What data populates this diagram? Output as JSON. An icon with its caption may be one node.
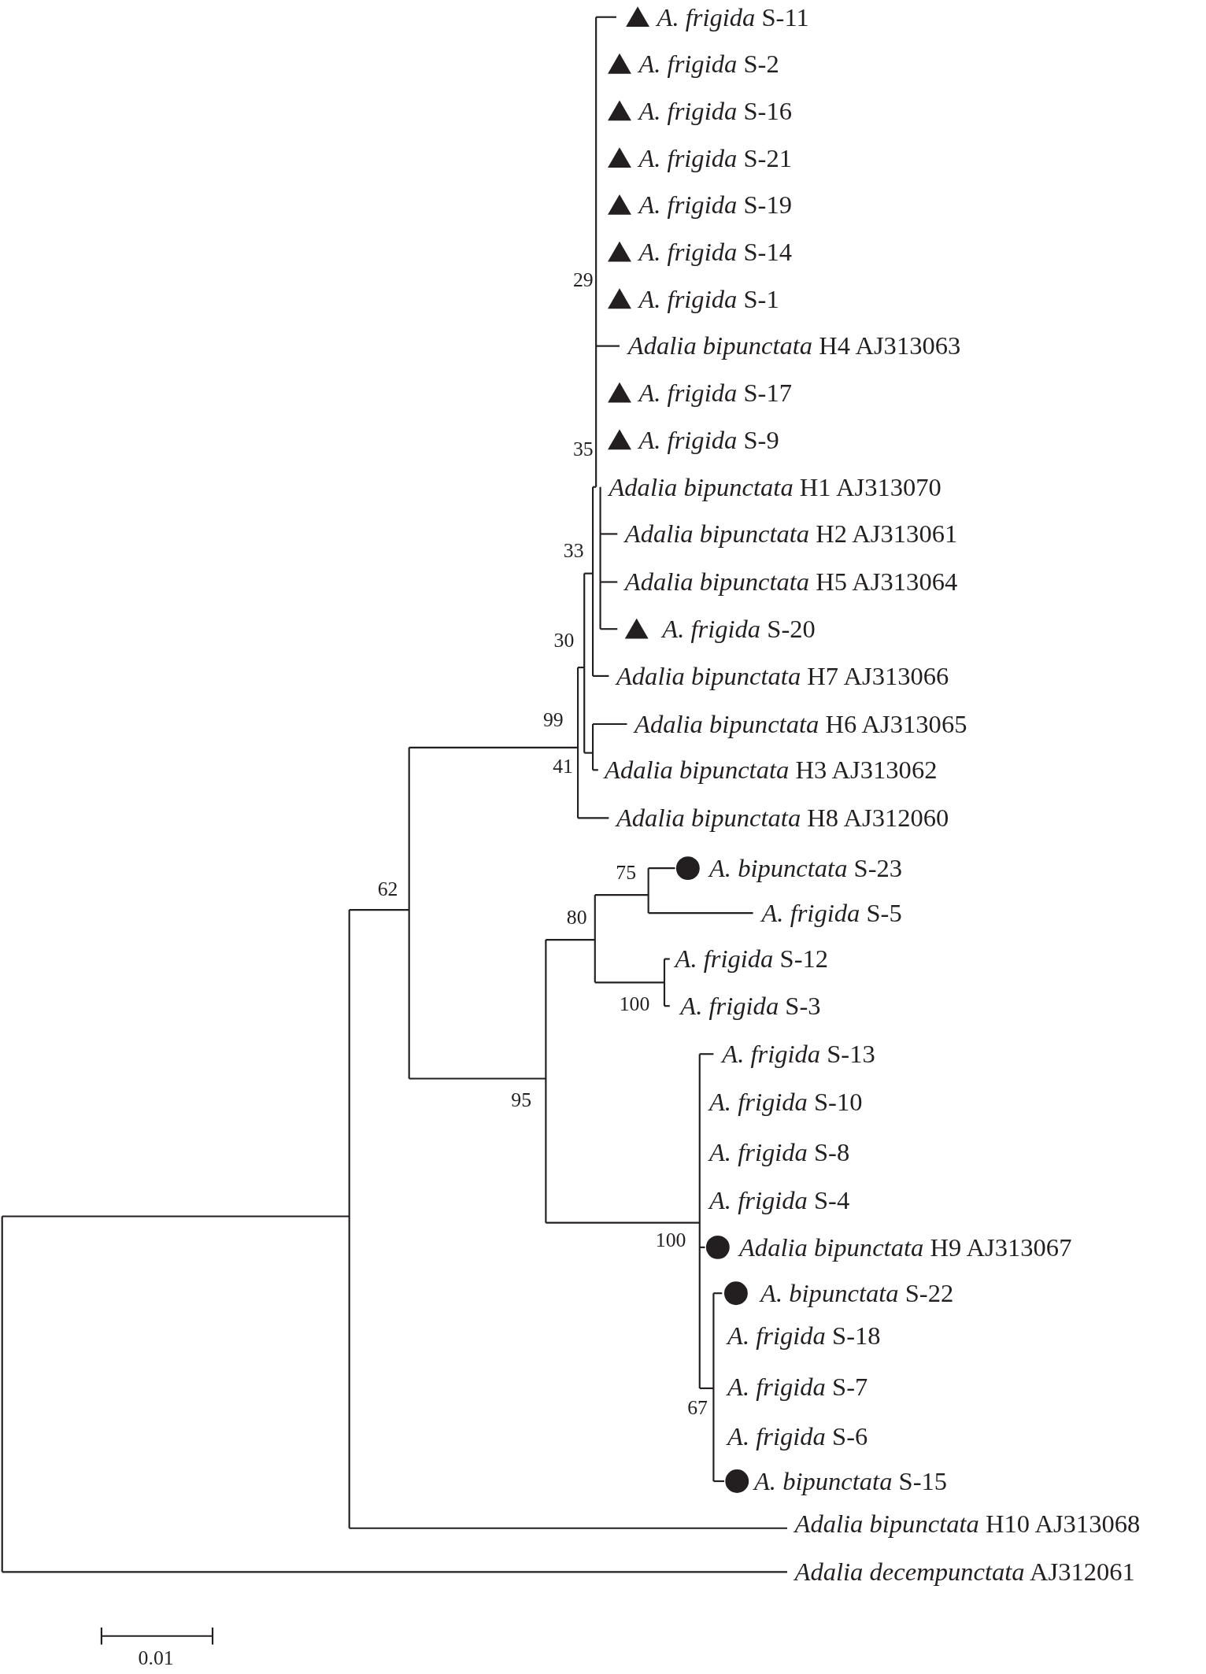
{
  "diagram": {
    "labels": [
      "*A. frigida* S-11",
      "*A. frigida* S-2",
      "*A. frigida* S-16",
      "*A. frigida* S-21",
      "*A. frigida* S-19",
      "*A. frigida* S-14",
      "29",
      "*A. frigida* S-1",
      "*Adalia bipunctata* H4 AJ313063",
      "*A. frigida* S-17",
      "*A. frigida* S-9",
      "35",
      "*Adalia bipunctata* H1 AJ313070",
      "*Adalia bipunctata* H2 AJ313061",
      "33",
      "*Adalia bipunctata* H5 AJ313064",
      "*A. frigida* S-20",
      "30",
      "*Adalia bipunctata* H7 AJ313066",
      "99",
      "*Adalia bipunctata* H6 AJ313065",
      "41",
      "*Adalia bipunctata* H3 AJ313062",
      "*Adalia bipunctata* H8 AJ312060",
      "*A. bipunctata* S-23",
      "75",
      "62",
      "*A. frigida* S-5",
      "80",
      "*A. frigida* S-12",
      "100",
      "*A. frigida* S-3",
      "*A. frigida* S-13",
      "95",
      "*A. frigida* S-10",
      "*A. frigida* S-8",
      "*A. frigida* S-4",
      "100",
      "*Adalia bipunctata* H9 AJ313067",
      "*A. bipunctata* S-22",
      "*A. frigida* S-18",
      "*A. frigida* S-7",
      "67",
      "*A. frigida* S-6",
      "*A. bipunctata* S-15",
      "*Adalia bipunctata* H10 AJ313068",
      "*Adalia decempunctata* AJ312061",
      "0.01"
    ]
  }
}
